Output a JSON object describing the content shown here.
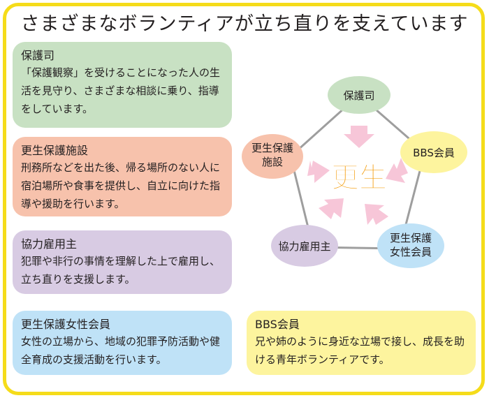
{
  "title": "さまざまなボランティアが立ち直りを支えています",
  "cards": {
    "hogoshi": {
      "title": "保護司",
      "body": "「保護観察」を受けることになった人の生活を見守り、さまざまな相談に乗り、指導をしています。"
    },
    "shisetsu": {
      "title": "更生保護施設",
      "body": "刑務所などを出た後、帰る場所のない人に宿泊場所や食事を提供し、自立に向けた指導や援助を行います。"
    },
    "koyounushi": {
      "title": "協力雇用主",
      "body": "犯罪や非行の事情を理解した上で雇用し、立ち直りを支援します。"
    },
    "joseikai": {
      "title": "更生保護女性会員",
      "body": "女性の立場から、地域の犯罪予防活動や健全育成の支援活動を行います。"
    },
    "bbs": {
      "title": "BBS会員",
      "body": "兄や姉のように身近な立場で接し、成長を助ける青年ボランティアです。"
    }
  },
  "diagram": {
    "center": "更生",
    "nodes": {
      "hogoshi": "保護司",
      "bbs": "BBS会員",
      "josei_line1": "更生保護",
      "josei_line2": "女性会員",
      "koyounushi": "協力雇用主",
      "shisetsu_line1": "更生保護",
      "shisetsu_line2": "施設"
    }
  },
  "colors": {
    "frame": "#f5dc1a",
    "green": "#c8e1c3",
    "salmon": "#f7c2ac",
    "purple": "#d8cbe3",
    "blue": "#bfe2f7",
    "yellow": "#fdf49e",
    "center_text": "#f39800",
    "arrow": "#f7c6d8"
  }
}
